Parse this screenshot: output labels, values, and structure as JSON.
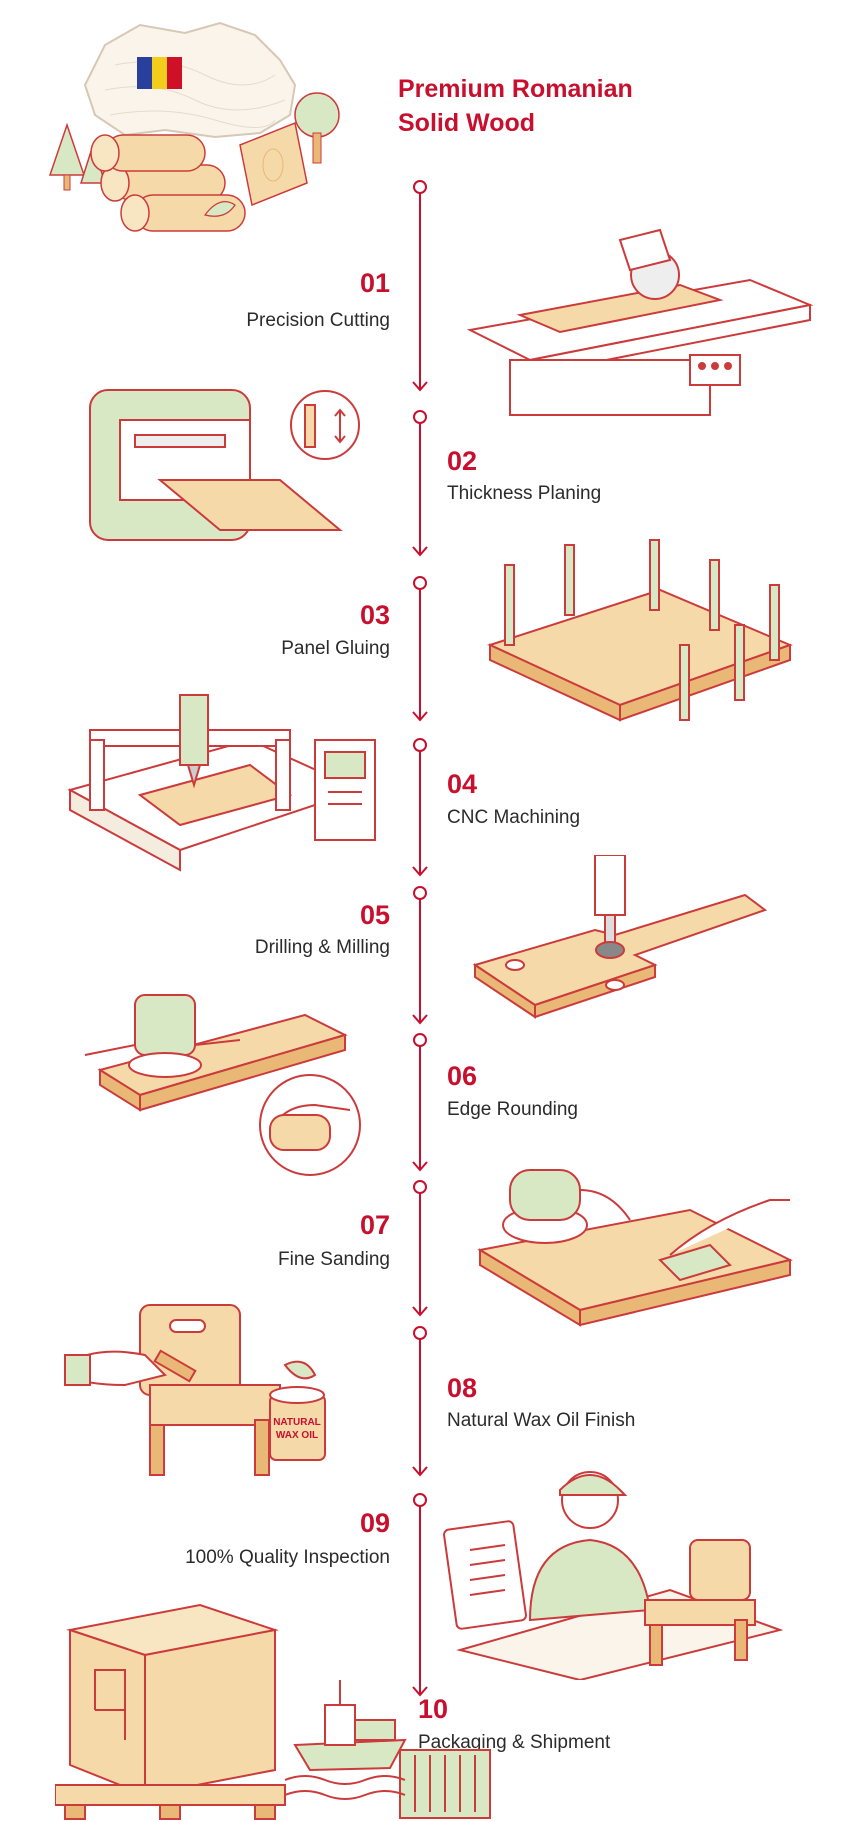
{
  "title": {
    "line1": "Premium Romanian",
    "line2": "Solid Wood"
  },
  "colors": {
    "accent": "#c8102e",
    "wood": "#f6d9a9",
    "wood_dark": "#e9b877",
    "green": "#d8e8c4",
    "line": "#cc3b3b"
  },
  "flag": {
    "colors": [
      "#2a3f9b",
      "#f3cd1c",
      "#ce1126"
    ]
  },
  "steps": [
    {
      "num": "01",
      "label": "Precision Cutting",
      "icon": "table-saw-icon"
    },
    {
      "num": "02",
      "label": "Thickness Planing",
      "icon": "planer-icon"
    },
    {
      "num": "03",
      "label": "Panel Gluing",
      "icon": "clamp-press-icon"
    },
    {
      "num": "04",
      "label": "CNC Machining",
      "icon": "cnc-router-icon"
    },
    {
      "num": "05",
      "label": "Drilling & Milling",
      "icon": "drill-press-icon"
    },
    {
      "num": "06",
      "label": "Edge Rounding",
      "icon": "router-icon"
    },
    {
      "num": "07",
      "label": "Fine Sanding",
      "icon": "orbital-sander-icon"
    },
    {
      "num": "08",
      "label": "Natural Wax Oil Finish",
      "icon": "brush-oil-icon"
    },
    {
      "num": "09",
      "label": "100% Quality Inspection",
      "icon": "inspector-icon"
    },
    {
      "num": "10",
      "label": "Packaging & Shipment",
      "icon": "cargo-ship-icon"
    }
  ],
  "can_label": {
    "line1": "NATURAL",
    "line2": "WAX OIL"
  }
}
